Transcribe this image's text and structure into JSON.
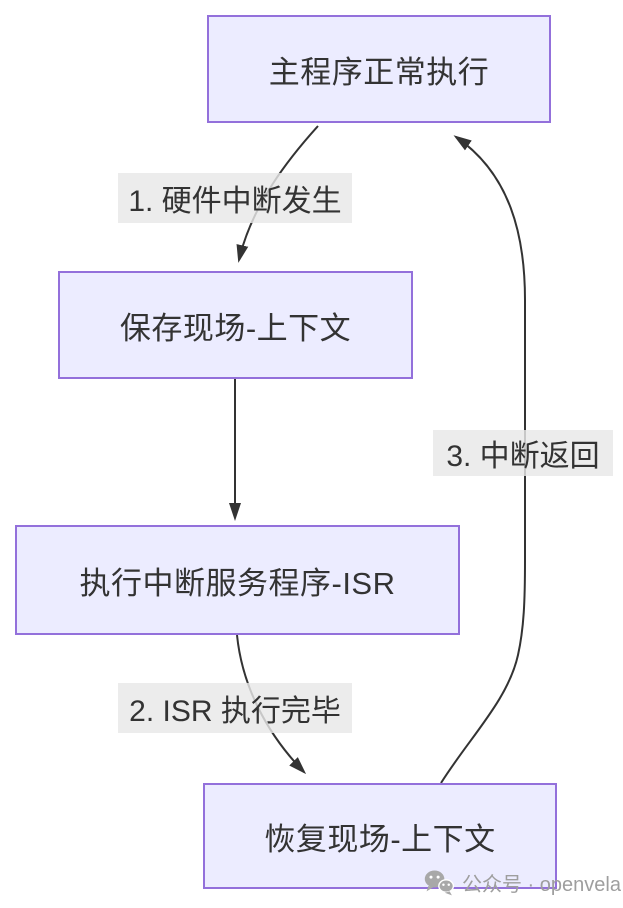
{
  "diagram": {
    "type": "flowchart",
    "direction": "top-down",
    "nodes": [
      {
        "id": "A",
        "label": "主程序正常执行"
      },
      {
        "id": "B",
        "label": "保存现场-上下文"
      },
      {
        "id": "C",
        "label": "执行中断服务程序-ISR"
      },
      {
        "id": "D",
        "label": "恢复现场-上下文"
      }
    ],
    "edges": [
      {
        "from": "A",
        "to": "B",
        "label": "1. 硬件中断发生"
      },
      {
        "from": "B",
        "to": "C",
        "label": ""
      },
      {
        "from": "C",
        "to": "D",
        "label": "2. ISR 执行完毕"
      },
      {
        "from": "D",
        "to": "A",
        "label": "3. 中断返回"
      }
    ],
    "colors": {
      "node_fill": "#ECECFF",
      "node_border": "#9370DB",
      "edge_line": "#333333",
      "edge_label_bg": "#E8E8E8",
      "text": "#333333",
      "watermark_text": "#9E9E9E"
    }
  },
  "watermark": {
    "icon": "wechat-icon",
    "text": "公众号 · openvela"
  }
}
